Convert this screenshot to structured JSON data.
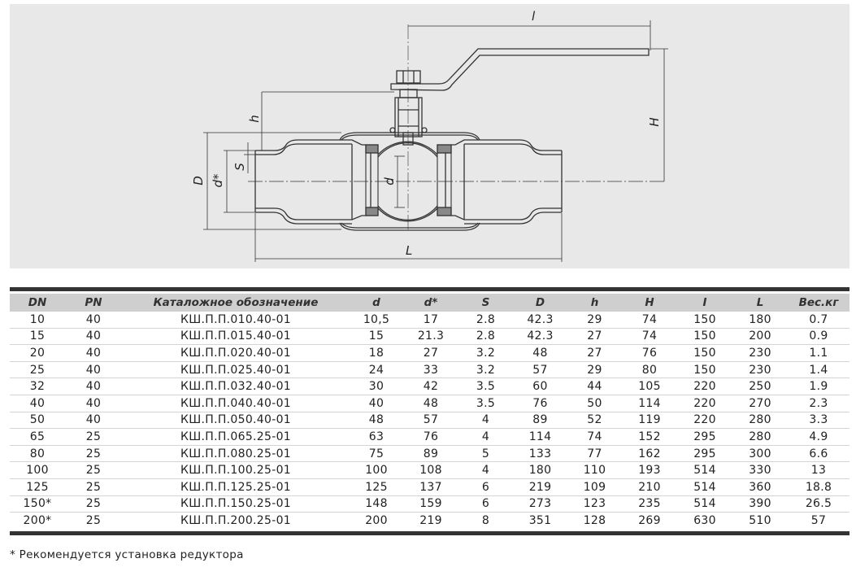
{
  "drawing": {
    "labels": {
      "l": "l",
      "H": "H",
      "h": "h",
      "D": "D",
      "d_star": "d*",
      "S": "S",
      "d": "d",
      "L": "L"
    }
  },
  "table": {
    "headers": [
      "DN",
      "PN",
      "Каталожное обозначение",
      "d",
      "d*",
      "S",
      "D",
      "h",
      "H",
      "I",
      "L",
      "Вес.кг"
    ],
    "rows": [
      [
        "10",
        "40",
        "КШ.П.П.010.40-01",
        "10,5",
        "17",
        "2.8",
        "42.3",
        "29",
        "74",
        "150",
        "180",
        "0.7"
      ],
      [
        "15",
        "40",
        "КШ.П.П.015.40-01",
        "15",
        "21.3",
        "2.8",
        "42.3",
        "27",
        "74",
        "150",
        "200",
        "0.9"
      ],
      [
        "20",
        "40",
        "КШ.П.П.020.40-01",
        "18",
        "27",
        "3.2",
        "48",
        "27",
        "76",
        "150",
        "230",
        "1.1"
      ],
      [
        "25",
        "40",
        "КШ.П.П.025.40-01",
        "24",
        "33",
        "3.2",
        "57",
        "29",
        "80",
        "150",
        "230",
        "1.4"
      ],
      [
        "32",
        "40",
        "КШ.П.П.032.40-01",
        "30",
        "42",
        "3.5",
        "60",
        "44",
        "105",
        "220",
        "250",
        "1.9"
      ],
      [
        "40",
        "40",
        "КШ.П.П.040.40-01",
        "40",
        "48",
        "3.5",
        "76",
        "50",
        "114",
        "220",
        "270",
        "2.3"
      ],
      [
        "50",
        "40",
        "КШ.П.П.050.40-01",
        "48",
        "57",
        "4",
        "89",
        "52",
        "119",
        "220",
        "280",
        "3.3"
      ],
      [
        "65",
        "25",
        "КШ.П.П.065.25-01",
        "63",
        "76",
        "4",
        "114",
        "74",
        "152",
        "295",
        "280",
        "4.9"
      ],
      [
        "80",
        "25",
        "КШ.П.П.080.25-01",
        "75",
        "89",
        "5",
        "133",
        "77",
        "162",
        "295",
        "300",
        "6.6"
      ],
      [
        "100",
        "25",
        "КШ.П.П.100.25-01",
        "100",
        "108",
        "4",
        "180",
        "110",
        "193",
        "514",
        "330",
        "13"
      ],
      [
        "125",
        "25",
        "КШ.П.П.125.25-01",
        "125",
        "137",
        "6",
        "219",
        "109",
        "210",
        "514",
        "360",
        "18.8"
      ],
      [
        "150*",
        "25",
        "КШ.П.П.150.25-01",
        "148",
        "159",
        "6",
        "273",
        "123",
        "235",
        "514",
        "390",
        "26.5"
      ],
      [
        "200*",
        "25",
        "КШ.П.П.200.25-01",
        "200",
        "219",
        "8",
        "351",
        "128",
        "269",
        "630",
        "510",
        "57"
      ]
    ]
  },
  "footnote": "* Рекомендуется установка редуктора"
}
